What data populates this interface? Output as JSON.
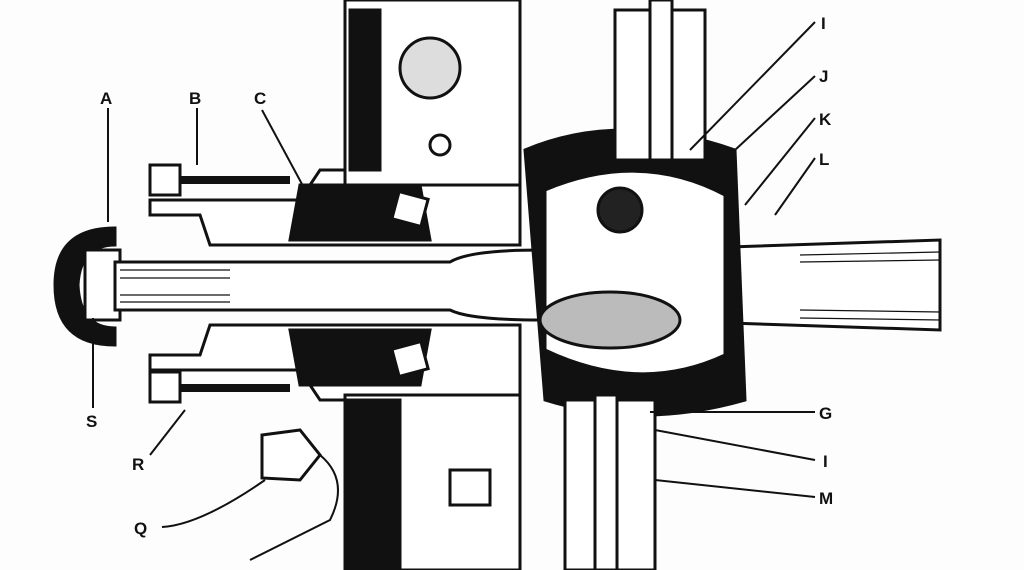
{
  "diagram": {
    "labels": {
      "A": "A",
      "B": "B",
      "C": "C",
      "I_top": "I",
      "J": "J",
      "K": "K",
      "L": "L",
      "G": "G",
      "I_bottom": "I",
      "M": "M",
      "Q": "Q",
      "R": "R",
      "S": "S"
    }
  },
  "colors": {
    "ink": "#111111",
    "paper": "#fdfdfd",
    "shade": "#7a7a7a"
  }
}
